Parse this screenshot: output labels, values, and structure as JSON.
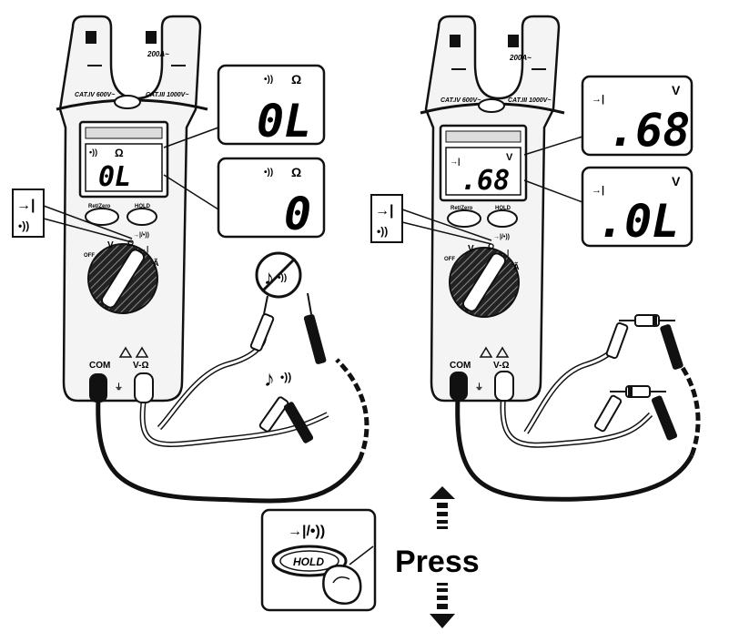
{
  "left_meter": {
    "jaw_rating": "200A~",
    "cat_left": "CAT.IV 600V~",
    "cat_right": "CAT.III 1000V~",
    "lcd_unit": "Ω",
    "lcd_reading": "0L",
    "btn_left": "Ret/Zero",
    "btn_right": "HOLD",
    "btn_right_sub": "→|/•))",
    "dial_off": "OFF",
    "dial_v": "V",
    "dial_ohm": "Ω",
    "com_label": "COM",
    "vohm_label": "V-Ω",
    "callout_top_unit": "Ω",
    "callout_top_reading": "0L",
    "callout_bottom_unit": "Ω",
    "callout_bottom_reading": "0",
    "mode_icon": "diode-continuity",
    "no_sound_icon": "no-sound",
    "sound_icon": "sound"
  },
  "right_meter": {
    "jaw_rating": "200A~",
    "cat_left": "CAT.IV 600V~",
    "cat_right": "CAT.III 1000V~",
    "lcd_unit": "V",
    "lcd_reading": ".68",
    "btn_left": "Ret/Zero",
    "btn_right": "HOLD",
    "btn_right_sub": "→|/•))",
    "dial_off": "OFF",
    "dial_v": "V",
    "dial_ohm": "Ω",
    "com_label": "COM",
    "vohm_label": "V-Ω",
    "callout_top_unit": "V",
    "callout_top_reading": ".68",
    "callout_bottom_unit": "V",
    "callout_bottom_reading": ".0L",
    "mode_icon": "diode-continuity"
  },
  "hold_inset": {
    "symbol": "→|/•))",
    "button": "HOLD"
  },
  "press_label": "Press"
}
